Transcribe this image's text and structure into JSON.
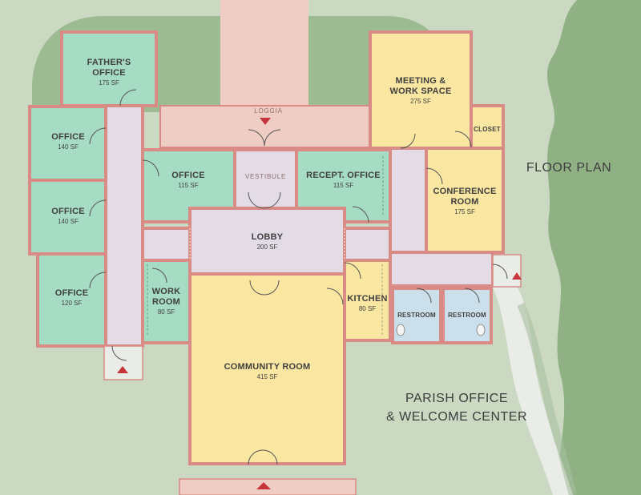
{
  "title": "FLOOR PLAN",
  "building_name": [
    "PARISH OFFICE",
    "& WELCOME CENTER"
  ],
  "labels": {
    "loggia": "LOGGIA",
    "vestibule": "VESTIBULE"
  },
  "rooms": {
    "fathers_office": {
      "name": [
        "FATHER'S",
        "OFFICE"
      ],
      "area": "175 SF"
    },
    "office_1": {
      "name": [
        "OFFICE"
      ],
      "area": "140 SF"
    },
    "office_2": {
      "name": [
        "OFFICE"
      ],
      "area": "140 SF"
    },
    "office_3": {
      "name": [
        "OFFICE"
      ],
      "area": "120 SF"
    },
    "office_4": {
      "name": [
        "OFFICE"
      ],
      "area": "115 SF"
    },
    "recept_office": {
      "name": [
        "RECEPT. OFFICE"
      ],
      "area": "115 SF"
    },
    "meeting": {
      "name": [
        "MEETING &",
        "WORK SPACE"
      ],
      "area": "275 SF"
    },
    "closet": {
      "name": [
        "CLOSET"
      ]
    },
    "conference": {
      "name": [
        "CONFERENCE",
        "ROOM"
      ],
      "area": "175 SF"
    },
    "lobby": {
      "name": [
        "LOBBY"
      ],
      "area": "200 SF"
    },
    "work_room": {
      "name": [
        "WORK",
        "ROOM"
      ],
      "area": "80 SF"
    },
    "kitchen": {
      "name": [
        "KITCHEN"
      ],
      "area": "80 SF"
    },
    "restroom_1": {
      "name": [
        "RESTROOM"
      ]
    },
    "restroom_2": {
      "name": [
        "RESTROOM"
      ]
    },
    "community": {
      "name": [
        "COMMUNITY ROOM"
      ],
      "area": "415 SF"
    }
  },
  "colors": {
    "grass": "#cbd9c2",
    "trees": "#8fb184",
    "trees_dark": "#7da270",
    "wall": "#d98c86",
    "office_green": "#a7dcc4",
    "yellow": "#fbe7a2",
    "circulation": "#e3dce6",
    "loggia": "#f0cdc4",
    "restroom": "#cce0ec",
    "path": "#e9ece7",
    "entry_arrow": "#c8343c"
  }
}
